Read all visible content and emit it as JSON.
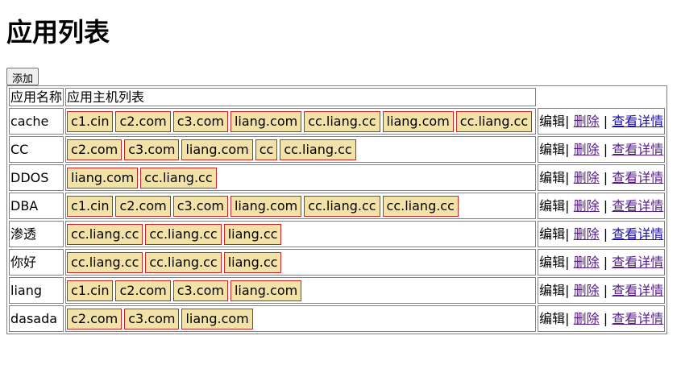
{
  "page": {
    "title": "应用列表",
    "add_label": "添加"
  },
  "table": {
    "headers": [
      "应用名称",
      "应用主机列表"
    ],
    "actions": {
      "edit": "编辑",
      "sep": "|",
      "delete": "删除",
      "details": "查看详情"
    },
    "rows": [
      {
        "name": "cache",
        "hosts": [
          "c1.cin",
          "c2.com",
          "c3.com",
          "liang.com",
          "cc.liang.cc",
          "liang.com",
          "cc.liang.cc"
        ]
      },
      {
        "name": "CC",
        "hosts": [
          "c2.com",
          "c3.com",
          "liang.com",
          "cc",
          "cc.liang.cc"
        ]
      },
      {
        "name": "DDOS",
        "hosts": [
          "liang.com",
          "cc.liang.cc"
        ]
      },
      {
        "name": "DBA",
        "hosts": [
          "c1.cin",
          "c2.com",
          "c3.com",
          "liang.com",
          "cc.liang.cc",
          "cc.liang.cc"
        ]
      },
      {
        "name": "渗透",
        "hosts": [
          "cc.liang.cc",
          "cc.liang.cc",
          "liang.cc"
        ]
      },
      {
        "name": "你好",
        "hosts": [
          "cc.liang.cc",
          "cc.liang.cc",
          "liang.cc"
        ]
      },
      {
        "name": "liang",
        "hosts": [
          "c1.cin",
          "c2.com",
          "c3.com",
          "liang.com"
        ]
      },
      {
        "name": "dasada",
        "hosts": [
          "c2.com",
          "c3.com",
          "liang.com"
        ]
      }
    ]
  },
  "colors": {
    "tag_background": "#f3e2a8",
    "tag_border": "#cc2222",
    "link": "#1a0dab",
    "link_visited": "#551a8b"
  }
}
